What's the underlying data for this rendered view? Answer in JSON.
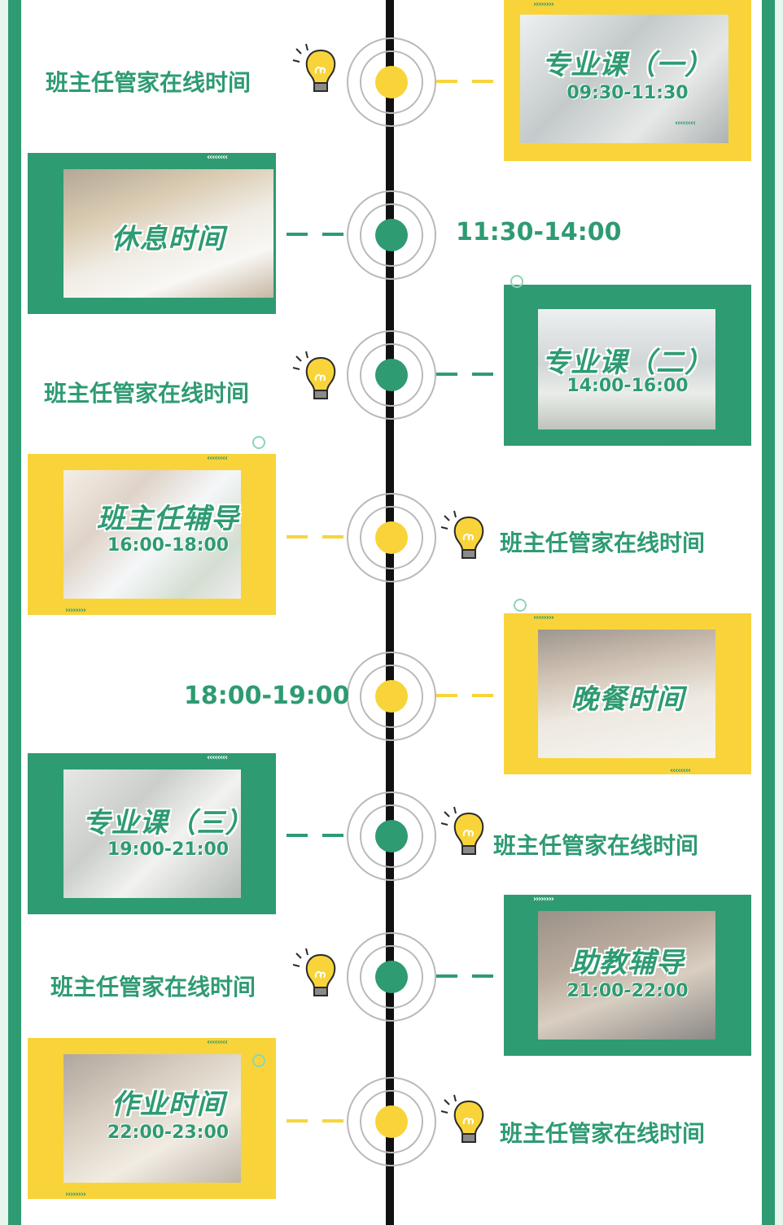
{
  "colors": {
    "green": "#2e9b72",
    "yellow": "#f8d43a",
    "spine": "#111111",
    "ring": "#b9b9b9"
  },
  "online_label": "班主任管家在线时间",
  "cards": [
    {
      "title": "专业课（一）",
      "time": "09:30-11:30"
    },
    {
      "title": "休息时间",
      "time": ""
    },
    {
      "title": "专业课（二）",
      "time": "14:00-16:00"
    },
    {
      "title": "班主任辅导",
      "time": "16:00-18:00"
    },
    {
      "title": "晚餐时间",
      "time": ""
    },
    {
      "title": "专业课（三）",
      "time": "19:00-21:00"
    },
    {
      "title": "助教辅导",
      "time": "21:00-22:00"
    },
    {
      "title": "作业时间",
      "time": "22:00-23:00"
    }
  ],
  "side_times": {
    "rest": "11:30-14:00",
    "dinner": "18:00-19:00"
  },
  "icons": {
    "bulb": "lightbulb-icon"
  },
  "deco_chevrons": "‹‹‹‹‹‹‹‹",
  "deco_chevrons_right": "››››››››"
}
